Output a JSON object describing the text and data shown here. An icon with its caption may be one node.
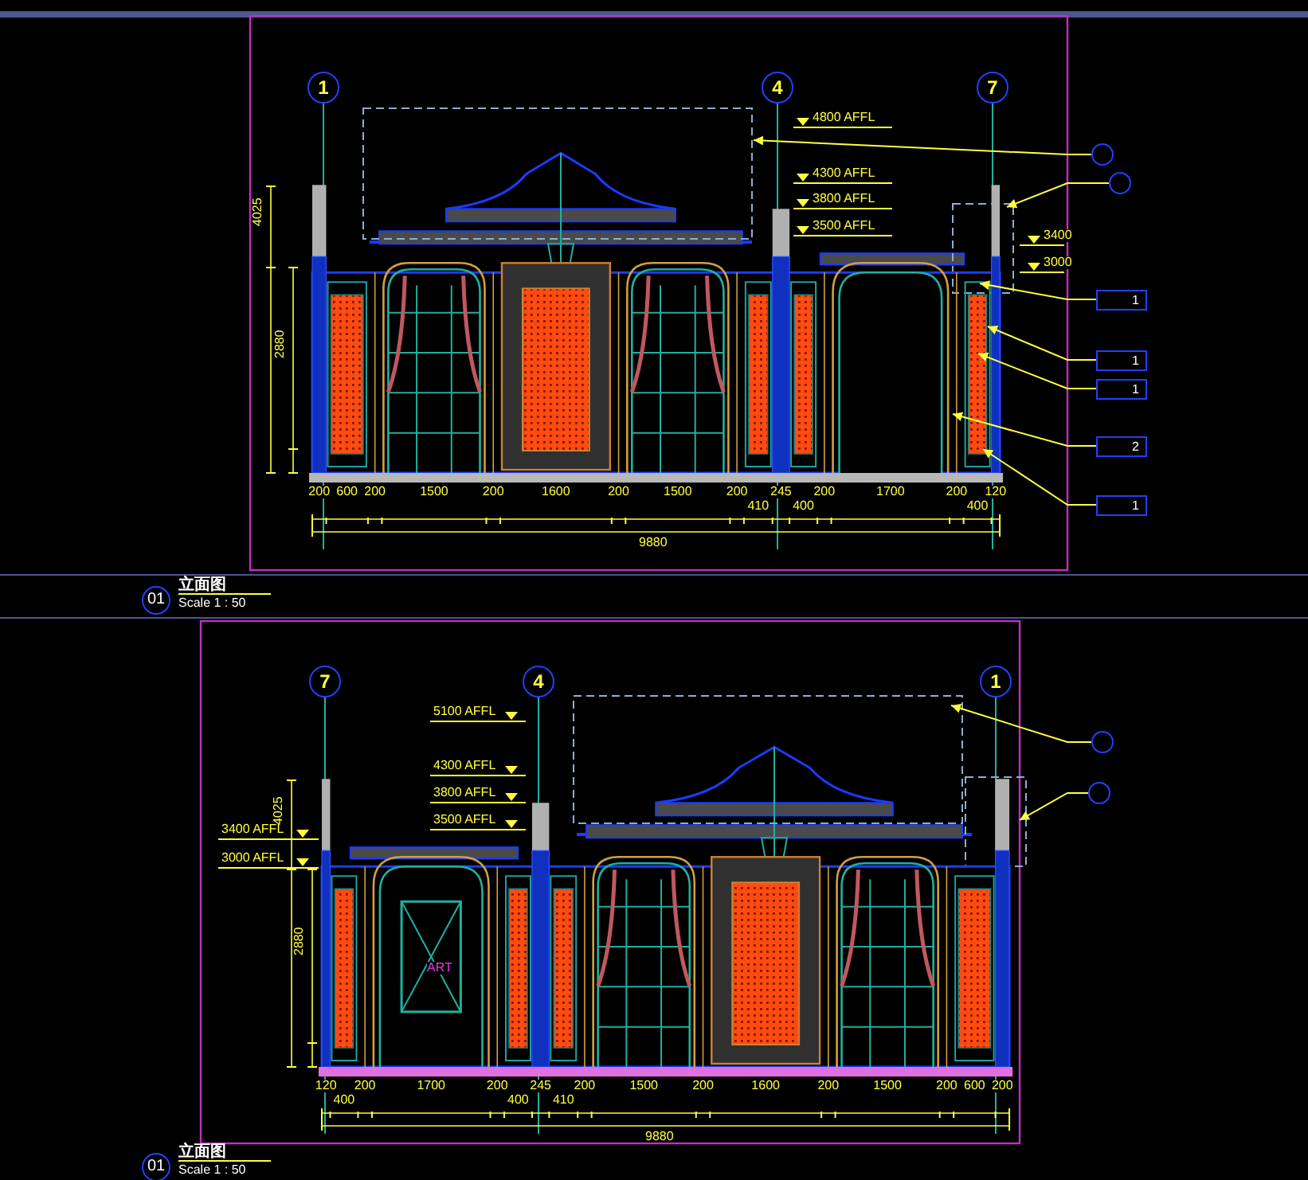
{
  "diagram": {
    "nodes": [
      {
        "text": [],
        "shape": "circle"
      },
      {
        "text": [],
        "shape": "circle"
      },
      {
        "text": [
          "1"
        ]
      },
      {
        "text": [
          "1"
        ]
      },
      {
        "text": [
          "1"
        ]
      },
      {
        "text": [
          "2"
        ]
      },
      {
        "text": [
          "1"
        ]
      },
      {
        "text": [],
        "shape": "circle"
      },
      {
        "text": [],
        "shape": "circle"
      }
    ],
    "edges": [
      {
        "from": 0,
        "to": null,
        "arrow": "to"
      },
      {
        "from": 1,
        "to": null,
        "arrow": "to"
      },
      {
        "from": 2,
        "to": null,
        "arrow": "to"
      },
      {
        "from": 3,
        "to": null,
        "arrow": "to"
      },
      {
        "from": 4,
        "to": null,
        "arrow": "to"
      },
      {
        "from": 5,
        "to": null,
        "arrow": "to"
      },
      {
        "from": 6,
        "to": null,
        "arrow": "to"
      },
      {
        "from": 7,
        "to": null,
        "arrow": "to"
      },
      {
        "from": 8,
        "to": null,
        "arrow": "to"
      }
    ],
    "labels": [
      "1",
      "4",
      "7",
      "4800 AFFL",
      "4300 AFFL",
      "3800 AFFL",
      "3500 AFFL",
      "3400",
      "3000",
      "4025",
      "2880",
      "200",
      "600",
      "200",
      "1500",
      "200",
      "1600",
      "200",
      "1500",
      "200",
      "410",
      "245",
      "400",
      "200",
      "1700",
      "200",
      "400",
      "120",
      "9880",
      "01",
      "立面图",
      "Scale 1 : 50",
      "7",
      "4",
      "1",
      "5100 AFFL",
      "4300 AFFL",
      "3800 AFFL",
      "3500 AFFL",
      "3400 AFFL",
      "3000 AFFL",
      "4025",
      "2880",
      "ART",
      "120",
      "400",
      "200",
      "1700",
      "200",
      "400",
      "245",
      "410",
      "200",
      "1500",
      "200",
      "1600",
      "200",
      "1500",
      "200",
      "600",
      "200",
      "9880",
      "01",
      "立面图",
      "Scale 1 : 50"
    ]
  }
}
